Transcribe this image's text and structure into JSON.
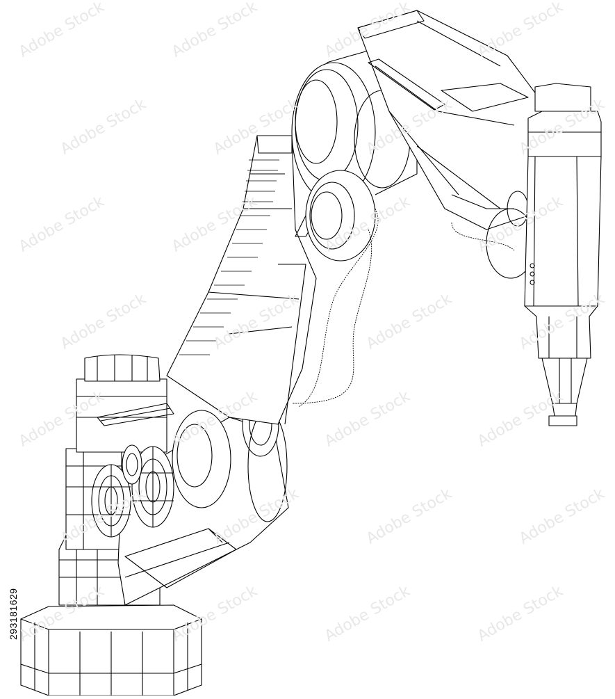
{
  "image": {
    "subject": "robot-arm-wireframe",
    "line_color": "#000000",
    "background_color": "#ffffff"
  },
  "stock_watermark": {
    "id_text": "293181629",
    "tile_text": "Adobe Stock",
    "tile_color": "#e8e8e8"
  }
}
